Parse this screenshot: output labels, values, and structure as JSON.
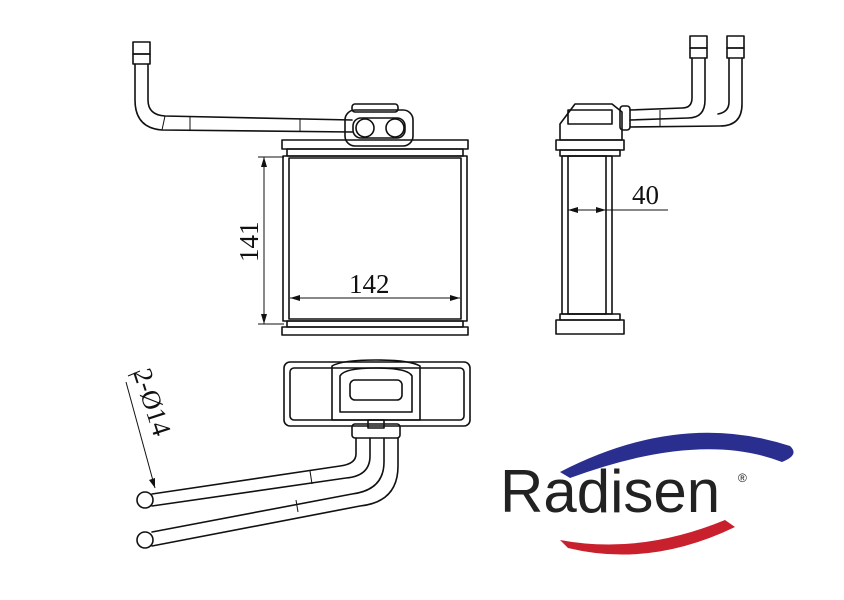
{
  "drawing": {
    "dimensions": {
      "height": "141",
      "width": "142",
      "depth": "40",
      "pipes": "2-Ø14"
    }
  },
  "logo": {
    "text": "Radisen",
    "registered_mark": "®",
    "colors": {
      "upper_swoosh": "#2a2f8f",
      "lower_swoosh": "#c8202c",
      "text": "#222222"
    }
  }
}
